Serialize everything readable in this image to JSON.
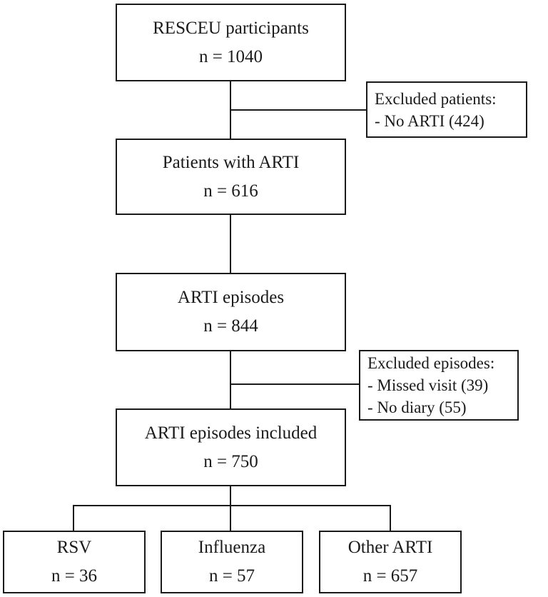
{
  "nodes": {
    "participants": {
      "title": "RESCEU participants",
      "count": "n = 1040"
    },
    "excluded_patients": {
      "title": "Excluded patients:",
      "items": [
        "- No ARTI (424)"
      ]
    },
    "patients_with_arti": {
      "title": "Patients with ARTI",
      "count": "n = 616"
    },
    "arti_episodes": {
      "title": "ARTI episodes",
      "count": "n = 844"
    },
    "excluded_episodes": {
      "title": "Excluded episodes:",
      "items": [
        "- Missed visit (39)",
        "- No diary (55)"
      ]
    },
    "arti_included": {
      "title": "ARTI episodes included",
      "count": "n = 750"
    },
    "rsv": {
      "title": "RSV",
      "count": "n = 36"
    },
    "influenza": {
      "title": "Influenza",
      "count": "n = 57"
    },
    "other_arti": {
      "title": "Other ARTI",
      "count": "n = 657"
    }
  }
}
